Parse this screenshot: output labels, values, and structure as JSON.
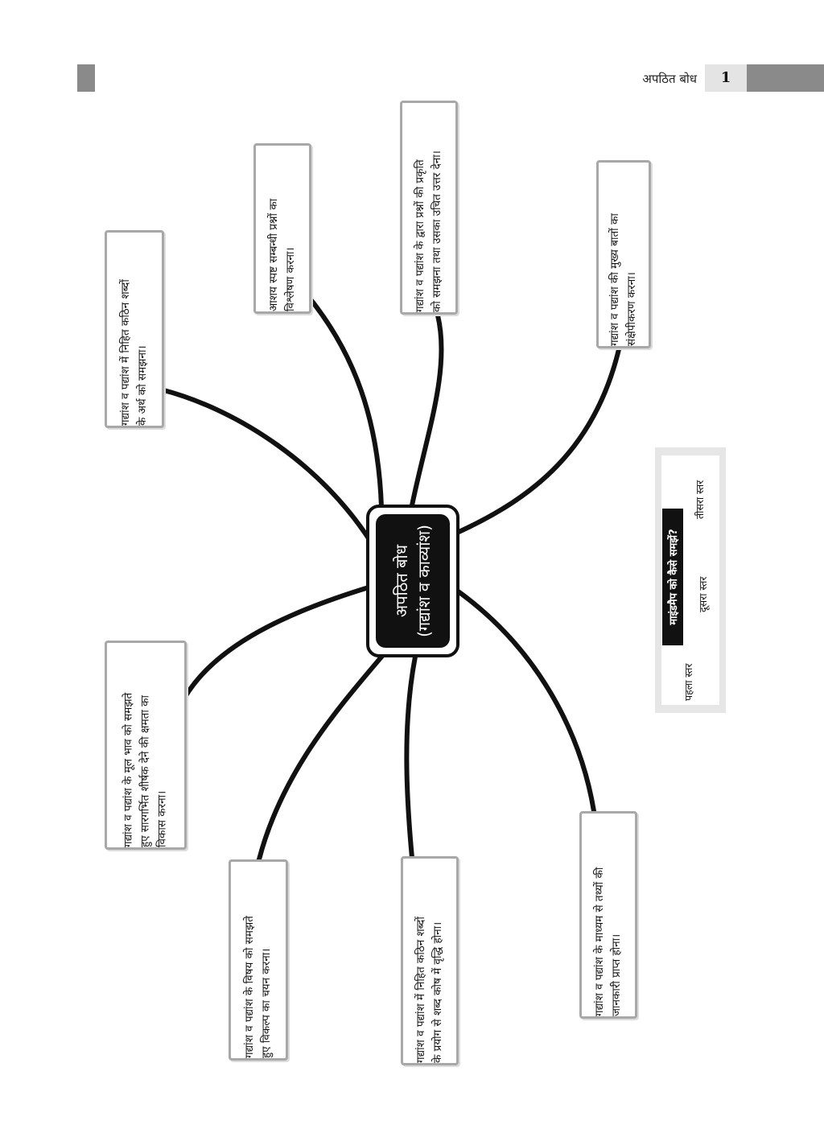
{
  "header": {
    "title": "अपठित बोध",
    "page_number": "1"
  },
  "center": {
    "line1": "अपठित बोध",
    "line2": "(गद्यांश व काव्यांश)"
  },
  "nodes": [
    {
      "lines": [
        "गद्यांश व पद्यांश में निहित कठिन शब्दों",
        "के अर्थ को समझना।"
      ]
    },
    {
      "lines": [
        "आशय स्पष्ट सम्बन्धी प्रश्नों का",
        "विश्लेषण करना।"
      ]
    },
    {
      "lines": [
        "गद्यांश व पद्यांश के द्वारा प्रश्नों की प्रकृति",
        "को समझना तथा उसका उचित उत्तर देना।"
      ]
    },
    {
      "lines": [
        "गद्यांश व पद्यांश की मुख्य बातों का",
        "संक्षेपीकरण करना।"
      ]
    },
    {
      "lines": [
        "गद्यांश व पद्यांश के मूल भाव को समझते",
        "हुए सारगर्भित शीर्षक देने की क्षमता का",
        "विकास करना।"
      ]
    },
    {
      "lines": [
        "गद्यांश व पद्यांश के विषय को समझते",
        "हुए विकल्प का चयन करना।"
      ]
    },
    {
      "lines": [
        "गद्यांश व पद्यांश में निहित कठिन शब्दों",
        "के प्रयोग से शब्द कोष में वृद्धि होना।"
      ]
    },
    {
      "lines": [
        "गद्यांश व पद्यांश के माध्यम से तथ्यों की",
        "जानकारी प्राप्त होना।"
      ]
    }
  ],
  "legend": {
    "title": "माइंडमैप को कैसे समझें?",
    "levels": [
      "पहला स्तर",
      "दूसरा स्तर",
      "तीसरा स्तर"
    ]
  }
}
